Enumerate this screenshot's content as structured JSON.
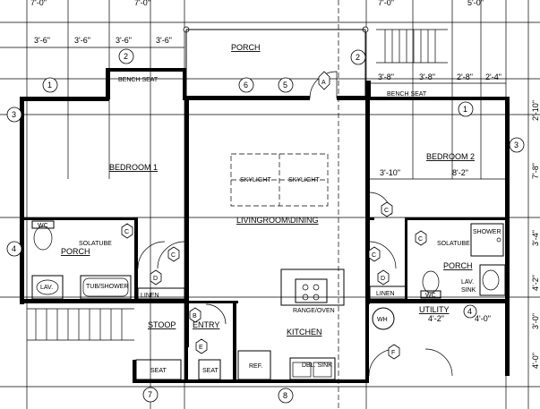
{
  "dimensions": {
    "top_left_a": "7'-0\"",
    "top_left_b": "7'-0\"",
    "top_right_a": "7'-0\"",
    "top_right_b": "5'-0\"",
    "d1": "3'-6\"",
    "d2": "3'-6\"",
    "d3": "3'-6\"",
    "d4": "3'-6\"",
    "r1": "3'-8\"",
    "r2": "3'-8\"",
    "r3": "2'-8\"",
    "r4": "2'-4\"",
    "r5": "3'-10\"",
    "r6": "8'-2\"",
    "r7": "4'-2\"",
    "r8": "4'-0\"",
    "side1": "2'-10\"",
    "side2": "7'-8\"",
    "side3": "3'-4\"",
    "side4": "4'-2\"",
    "side5": "3'-0\"",
    "side6": "4'-0\""
  },
  "rooms": {
    "porch_top": "PORCH",
    "bedroom1": "BEDROOM 1",
    "bedroom2": "BEDROOM 2",
    "living": "LIVINGROOM\\DINING",
    "porch_left": "PORCH",
    "porch_right": "PORCH",
    "stoop": "STOOP",
    "entry": "ENTRY",
    "kitchen": "KITCHEN",
    "utility": "UTILITY"
  },
  "labels": {
    "bench_left": "BENCH SEAT",
    "bench_right": "BENCH SEAT",
    "skylight1": "SKYLIGHT",
    "skylight2": "SKYLIGHT",
    "solatube_left": "SOLATUBE",
    "solatube_right": "SOLATUBE",
    "tub": "TUB/SHOWER",
    "linen_left": "LINEN",
    "linen_right": "LINEN",
    "range": "RANGE/OVEN",
    "shower": "SHOWER",
    "lav_sink": "LAV.\nSINK",
    "lav_left": "LAV.",
    "wc_left": "WC",
    "wc_right": "WC",
    "wh": "WH",
    "seat1": "SEAT",
    "seat2": "SEAT",
    "ref": "REF.",
    "dbl_sink": "DBL.\nSINK"
  },
  "tags": {
    "c1": "1",
    "c2": "2",
    "c3": "3",
    "c4": "4",
    "c5": "5",
    "c6": "6",
    "c7": "7",
    "c8": "8",
    "c1b": "1",
    "c2b": "2",
    "c3b": "3",
    "c4b": "4",
    "hA": "A",
    "hB": "B",
    "hC1": "C",
    "hC2": "C",
    "hC3": "C",
    "hC4": "C",
    "hD1": "D",
    "hD2": "D",
    "hE": "E",
    "hF": "F"
  }
}
